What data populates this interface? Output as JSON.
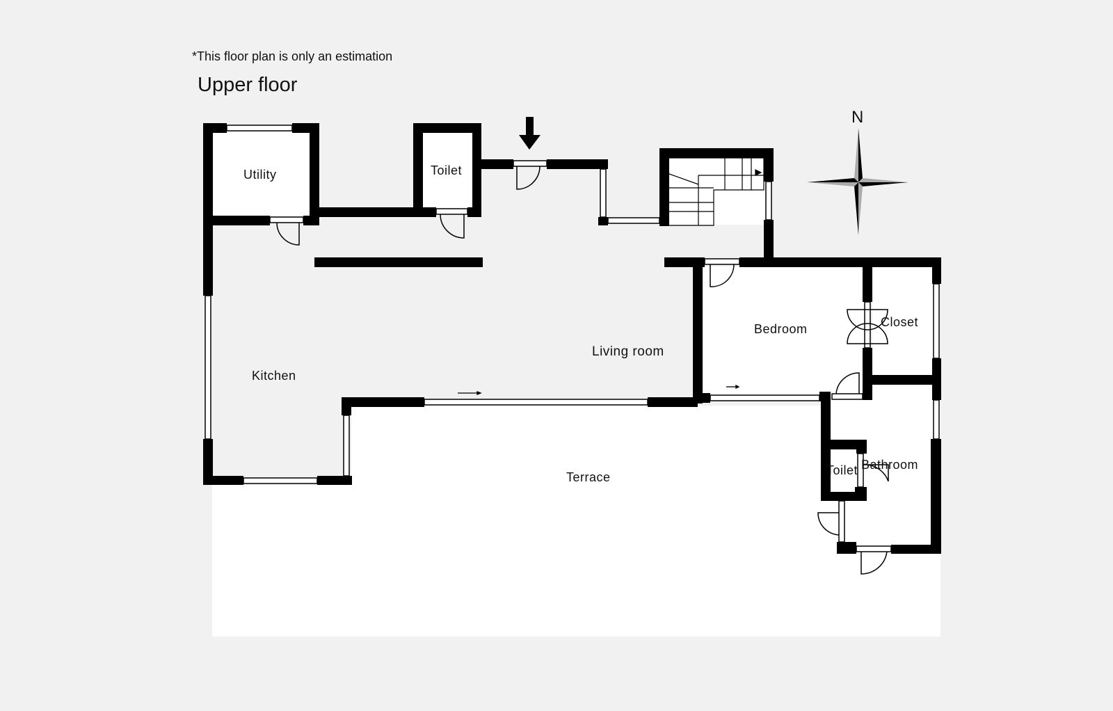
{
  "note": "*This floor plan is only an estimation",
  "title": "Upper floor",
  "compass": {
    "label": "N",
    "icon": "compass-rose-icon"
  },
  "entrance_icon": "entrance-arrow-icon",
  "rooms": [
    {
      "id": "utility",
      "label": "Utility"
    },
    {
      "id": "toilet-north",
      "label": "Toilet"
    },
    {
      "id": "kitchen",
      "label": "Kitchen"
    },
    {
      "id": "living-room",
      "label": "Living room"
    },
    {
      "id": "bedroom",
      "label": "Bedroom"
    },
    {
      "id": "closet",
      "label": "Closet"
    },
    {
      "id": "bathroom",
      "label": "Bathroom"
    },
    {
      "id": "toilet-south",
      "label": "Toilet"
    },
    {
      "id": "terrace",
      "label": "Terrace"
    }
  ],
  "colors": {
    "background": "#f1f1f1",
    "room_fill": "#ffffff",
    "wall": "#000000",
    "compass_light": "#aaaaaa"
  }
}
